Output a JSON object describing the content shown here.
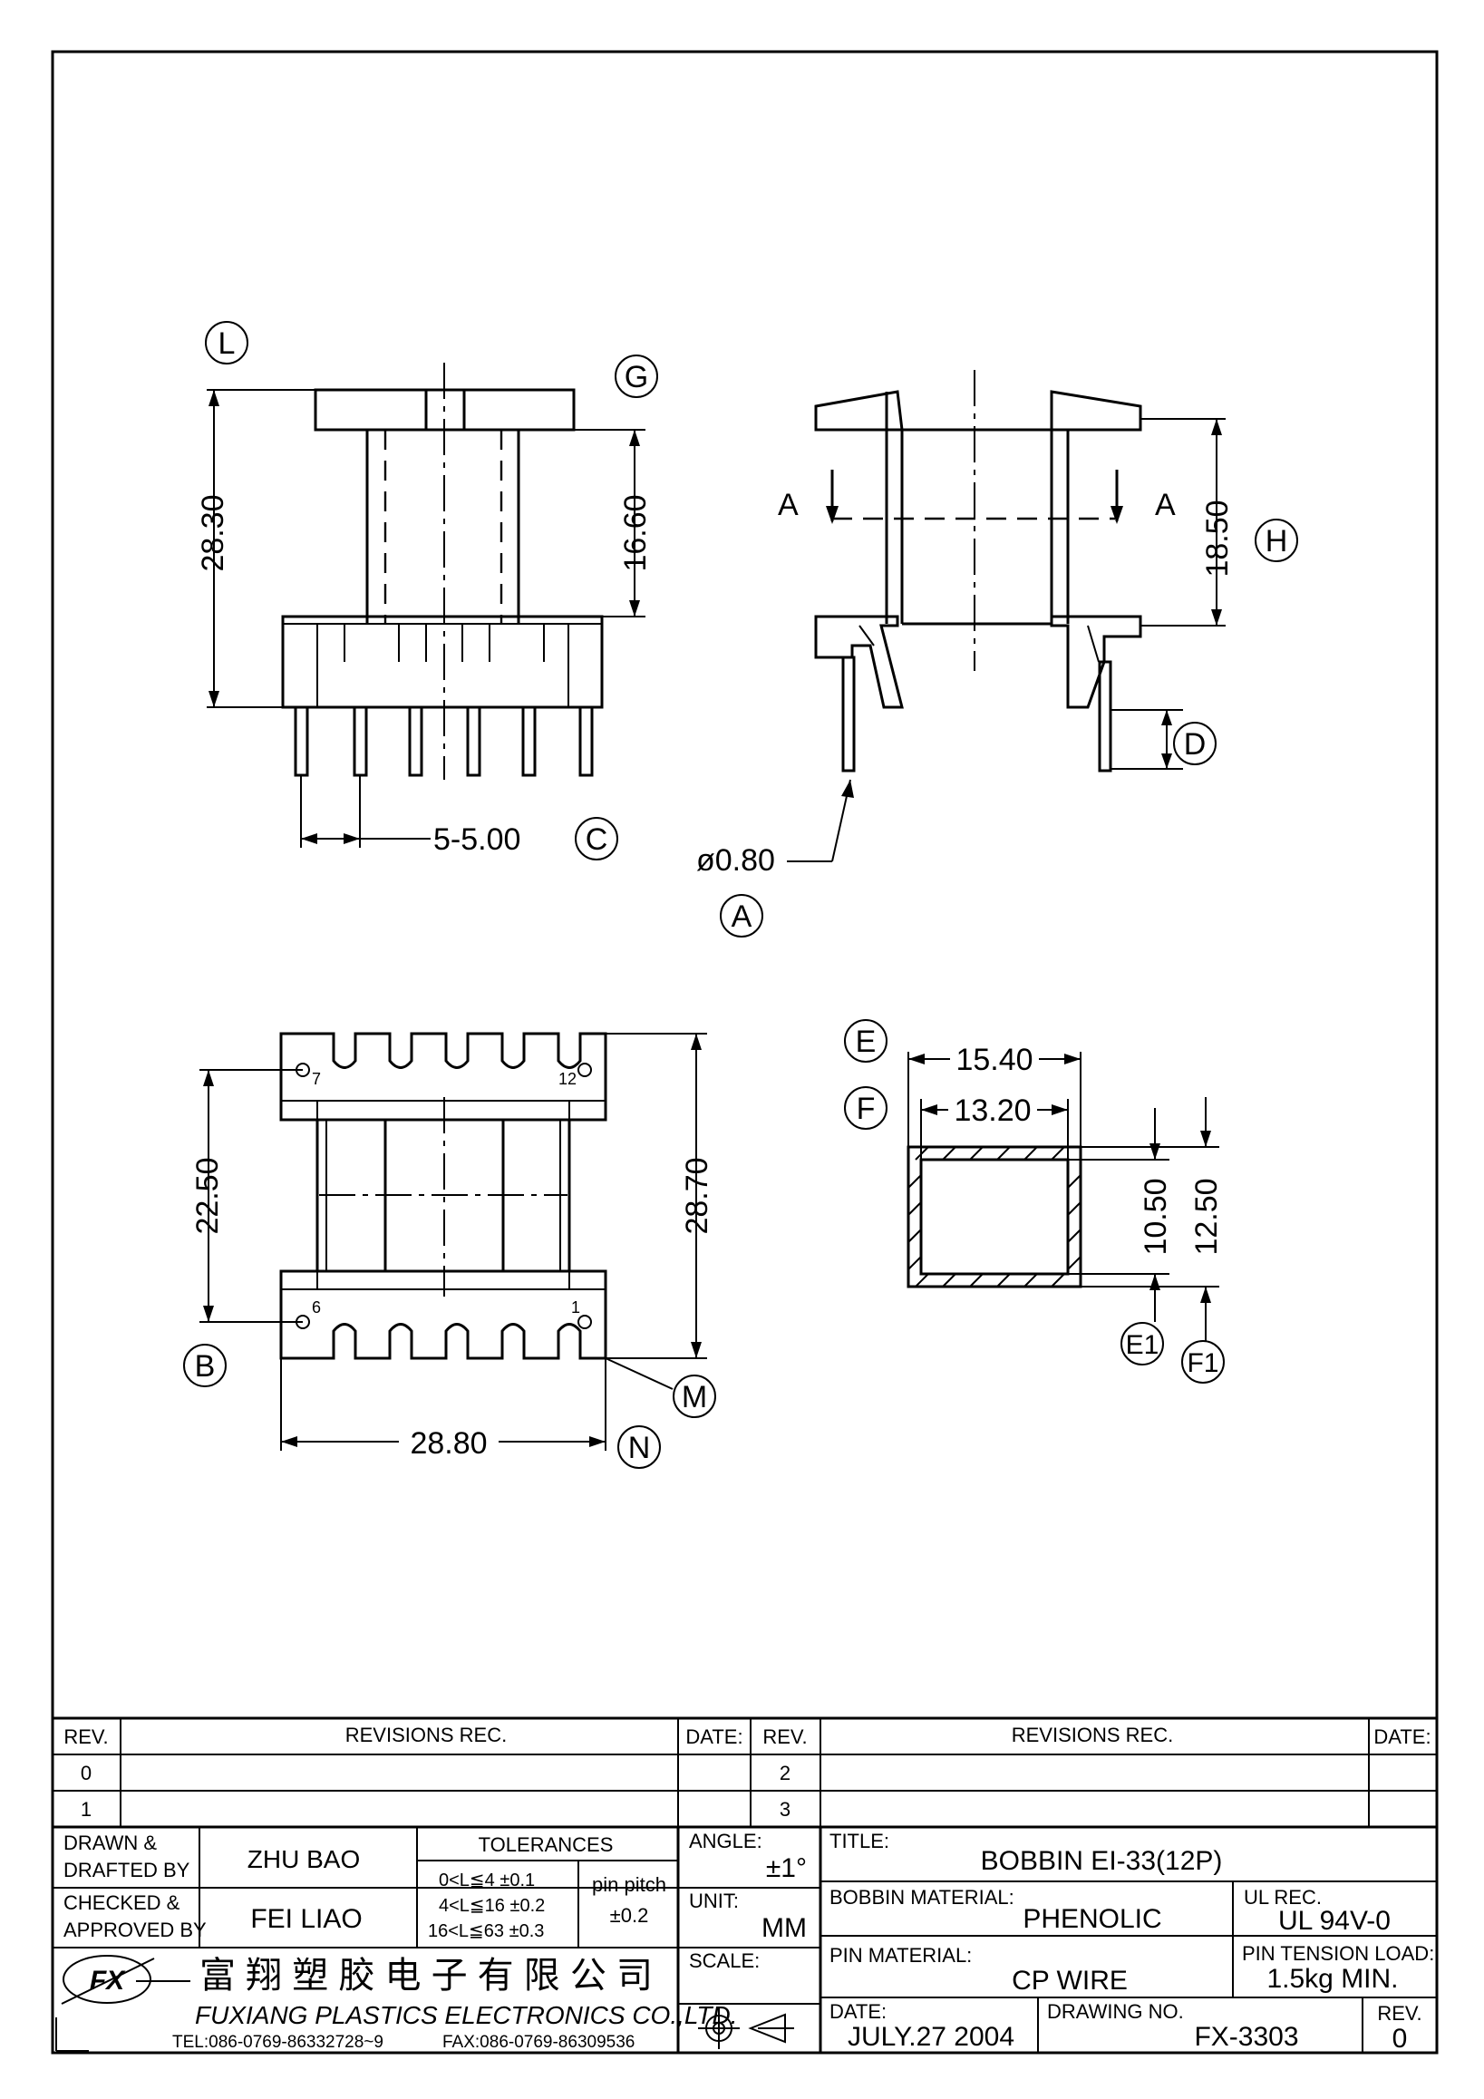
{
  "callouts": {
    "L": "L",
    "G": "G",
    "H": "H",
    "C": "C",
    "D": "D",
    "A": "A",
    "B": "B",
    "M": "M",
    "N": "N",
    "E": "E",
    "F": "F",
    "E1": "E1",
    "F1": "F1"
  },
  "dimensions": {
    "height_28_30": "28.30",
    "height_16_60": "16.60",
    "pitch": "5-5.00",
    "height_18_50": "18.50",
    "pin_dia": "ø0.80",
    "height_22_50": "22.50",
    "height_28_70": "28.70",
    "width_28_80": "28.80",
    "width_15_40": "15.40",
    "width_13_20": "13.20",
    "height_10_50": "10.50",
    "height_12_50": "12.50"
  },
  "section": {
    "left": "A",
    "right": "A"
  },
  "pin_numbers": {
    "p7": "7",
    "p12": "12",
    "p6": "6",
    "p1": "1"
  },
  "revisions": {
    "col_rev": "REV.",
    "col_rec": "REVISIONS    REC.",
    "col_date": "DATE:",
    "rows": [
      "0",
      "1",
      "2",
      "3"
    ]
  },
  "titleblock": {
    "drawn_label_1": "DRAWN  &",
    "drawn_label_2": "DRAFTED  BY",
    "drawn_value": "ZHU BAO",
    "checked_label_1": "CHECKED  &",
    "checked_label_2": "APPROVED  BY",
    "checked_value": "FEI LIAO",
    "tolerances_label": "TOLERANCES",
    "tol_1": "0<L≦4   ±0.1",
    "tol_2": "4<L≦16  ±0.2",
    "tol_3": "16<L≦63  ±0.3",
    "pin_pitch_label": "pin  pitch",
    "pin_pitch_value": "±0.2",
    "angle_label": "ANGLE:",
    "angle_value": "±1°",
    "unit_label": "UNIT:",
    "unit_value": "MM",
    "scale_label": "SCALE:",
    "title_label": "TITLE:",
    "title_value": "BOBBIN  EI-33(12P)",
    "bobbin_material_label": "BOBBIN  MATERIAL:",
    "bobbin_material_value": "PHENOLIC",
    "ul_label": "UL  REC.",
    "ul_value": "UL  94V-0",
    "pin_material_label": "PIN  MATERIAL:",
    "pin_material_value": "CP  WIRE",
    "tension_label": "PIN  TENSION  LOAD:",
    "tension_value": "1.5kg  MIN.",
    "date_label": "DATE:",
    "date_value": "JULY.27  2004",
    "drawing_no_label": "DRAWING  NO.",
    "drawing_no_value": "FX-3303",
    "rev_label": "REV.",
    "rev_value": "0",
    "company_cn": "富 翔 塑 胶 电 子 有 限 公 司",
    "company_en": "FUXIANG  PLASTICS  ELECTRONICS  CO.,LTD.",
    "company_tel": "TEL:086-0769-86332728~9",
    "company_fax": "FAX:086-0769-86309536",
    "logo_text": "FX"
  }
}
